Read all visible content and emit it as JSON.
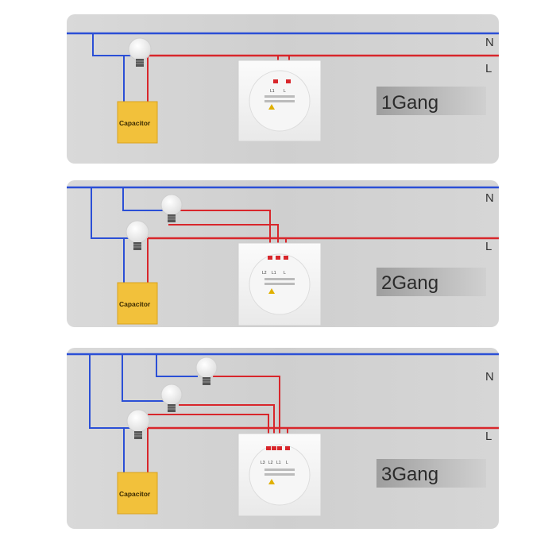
{
  "colors": {
    "neutral_wire": "#2b4fd6",
    "live_wire": "#d8262b",
    "panel_bg": "#d4d4d4",
    "capacitor": "#f2c13b",
    "label_bg": "#b9b9b9"
  },
  "panels": [
    {
      "gang_label": "1Gang",
      "n_label": "N",
      "l_label": "L",
      "capacitor_label": "Capacitor",
      "terminals": [
        "L1",
        "L"
      ],
      "bulb_count": 1
    },
    {
      "gang_label": "2Gang",
      "n_label": "N",
      "l_label": "L",
      "capacitor_label": "Capacitor",
      "terminals": [
        "L2",
        "L1",
        "L"
      ],
      "bulb_count": 2
    },
    {
      "gang_label": "3Gang",
      "n_label": "N",
      "l_label": "L",
      "capacitor_label": "Capacitor",
      "terminals": [
        "L3",
        "L2",
        "L1",
        "L"
      ],
      "bulb_count": 3
    }
  ],
  "icons": [
    "light-bulb-icon",
    "capacitor-icon",
    "wall-switch-icon",
    "warning-icon"
  ]
}
